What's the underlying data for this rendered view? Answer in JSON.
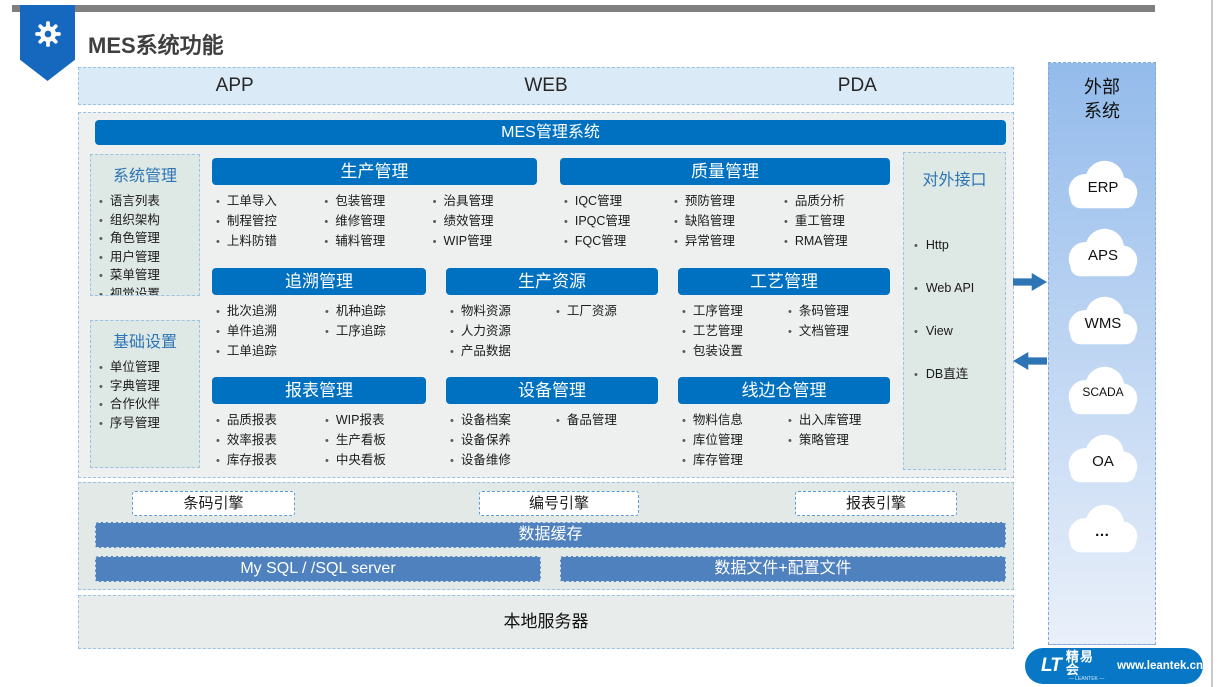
{
  "page": {
    "title": "MES系统功能"
  },
  "terminals": [
    "APP",
    "WEB",
    "PDA"
  ],
  "platform_bar": "MES管理系统",
  "side_sections": [
    {
      "title": "系统管理",
      "items": [
        "语言列表",
        "组织架构",
        "角色管理",
        "用户管理",
        "菜单管理",
        "视觉设置"
      ]
    },
    {
      "title": "基础设置",
      "items": [
        "单位管理",
        "字典管理",
        "合作伙伴",
        "序号管理"
      ]
    }
  ],
  "modules": [
    {
      "title": "生产管理",
      "columns": [
        [
          "工单导入",
          "制程管控",
          "上料防错"
        ],
        [
          "包装管理",
          "维修管理",
          "辅料管理"
        ],
        [
          "治具管理",
          "绩效管理",
          "WIP管理"
        ]
      ]
    },
    {
      "title": "质量管理",
      "columns": [
        [
          "IQC管理",
          "IPQC管理",
          "FQC管理"
        ],
        [
          "预防管理",
          "缺陷管理",
          "异常管理"
        ],
        [
          "品质分析",
          "重工管理",
          "RMA管理"
        ]
      ]
    },
    {
      "title": "追溯管理",
      "columns": [
        [
          "批次追溯",
          "单件追溯",
          "工单追踪"
        ],
        [
          "机种追踪",
          "工序追踪"
        ]
      ]
    },
    {
      "title": "生产资源",
      "columns": [
        [
          "物料资源",
          "人力资源",
          "产品数据"
        ],
        [
          "工厂资源"
        ]
      ]
    },
    {
      "title": "工艺管理",
      "columns": [
        [
          "工序管理",
          "工艺管理",
          "包装设置"
        ],
        [
          "条码管理",
          "文档管理"
        ]
      ]
    },
    {
      "title": "报表管理",
      "columns": [
        [
          "品质报表",
          "效率报表",
          "库存报表"
        ],
        [
          "WIP报表",
          "生产看板",
          "中央看板"
        ]
      ]
    },
    {
      "title": "设备管理",
      "columns": [
        [
          "设备档案",
          "设备保养",
          "设备维修"
        ],
        [
          "备品管理"
        ]
      ]
    },
    {
      "title": "线边仓管理",
      "columns": [
        [
          "物料信息",
          "库位管理",
          "库存管理"
        ],
        [
          "出入库管理",
          "策略管理"
        ]
      ]
    }
  ],
  "interface_panel": {
    "title": "对外接口",
    "items": [
      "Http",
      "Web API",
      "View",
      "DB直连"
    ]
  },
  "engine_panel": {
    "engines": [
      "条码引擎",
      "编号引擎",
      "报表引擎"
    ],
    "cache_bar": "数据缓存",
    "db_bars": [
      "My SQL / /SQL server",
      "数据文件+配置文件"
    ]
  },
  "local_server": "本地服务器",
  "external_panel": {
    "title": "外部系统",
    "systems": [
      "ERP",
      "APS",
      "WMS",
      "SCADA",
      "OA",
      "…"
    ]
  },
  "footer": {
    "logo": "LT",
    "brand": "精易会",
    "brand_sub": "— LEANTEK —",
    "url": "www.leantek.cn"
  },
  "colors": {
    "header_blue": "#0070C0",
    "mid_blue": "#4E81BD",
    "accent_blue": "#2E75B6",
    "panel_gray": "#EDF0EF",
    "box_sage": "#DEE8E4",
    "terminal_bar": "#DBEAF7",
    "badge_blue": "#1568BE",
    "footer_blue": "#0878C6"
  }
}
